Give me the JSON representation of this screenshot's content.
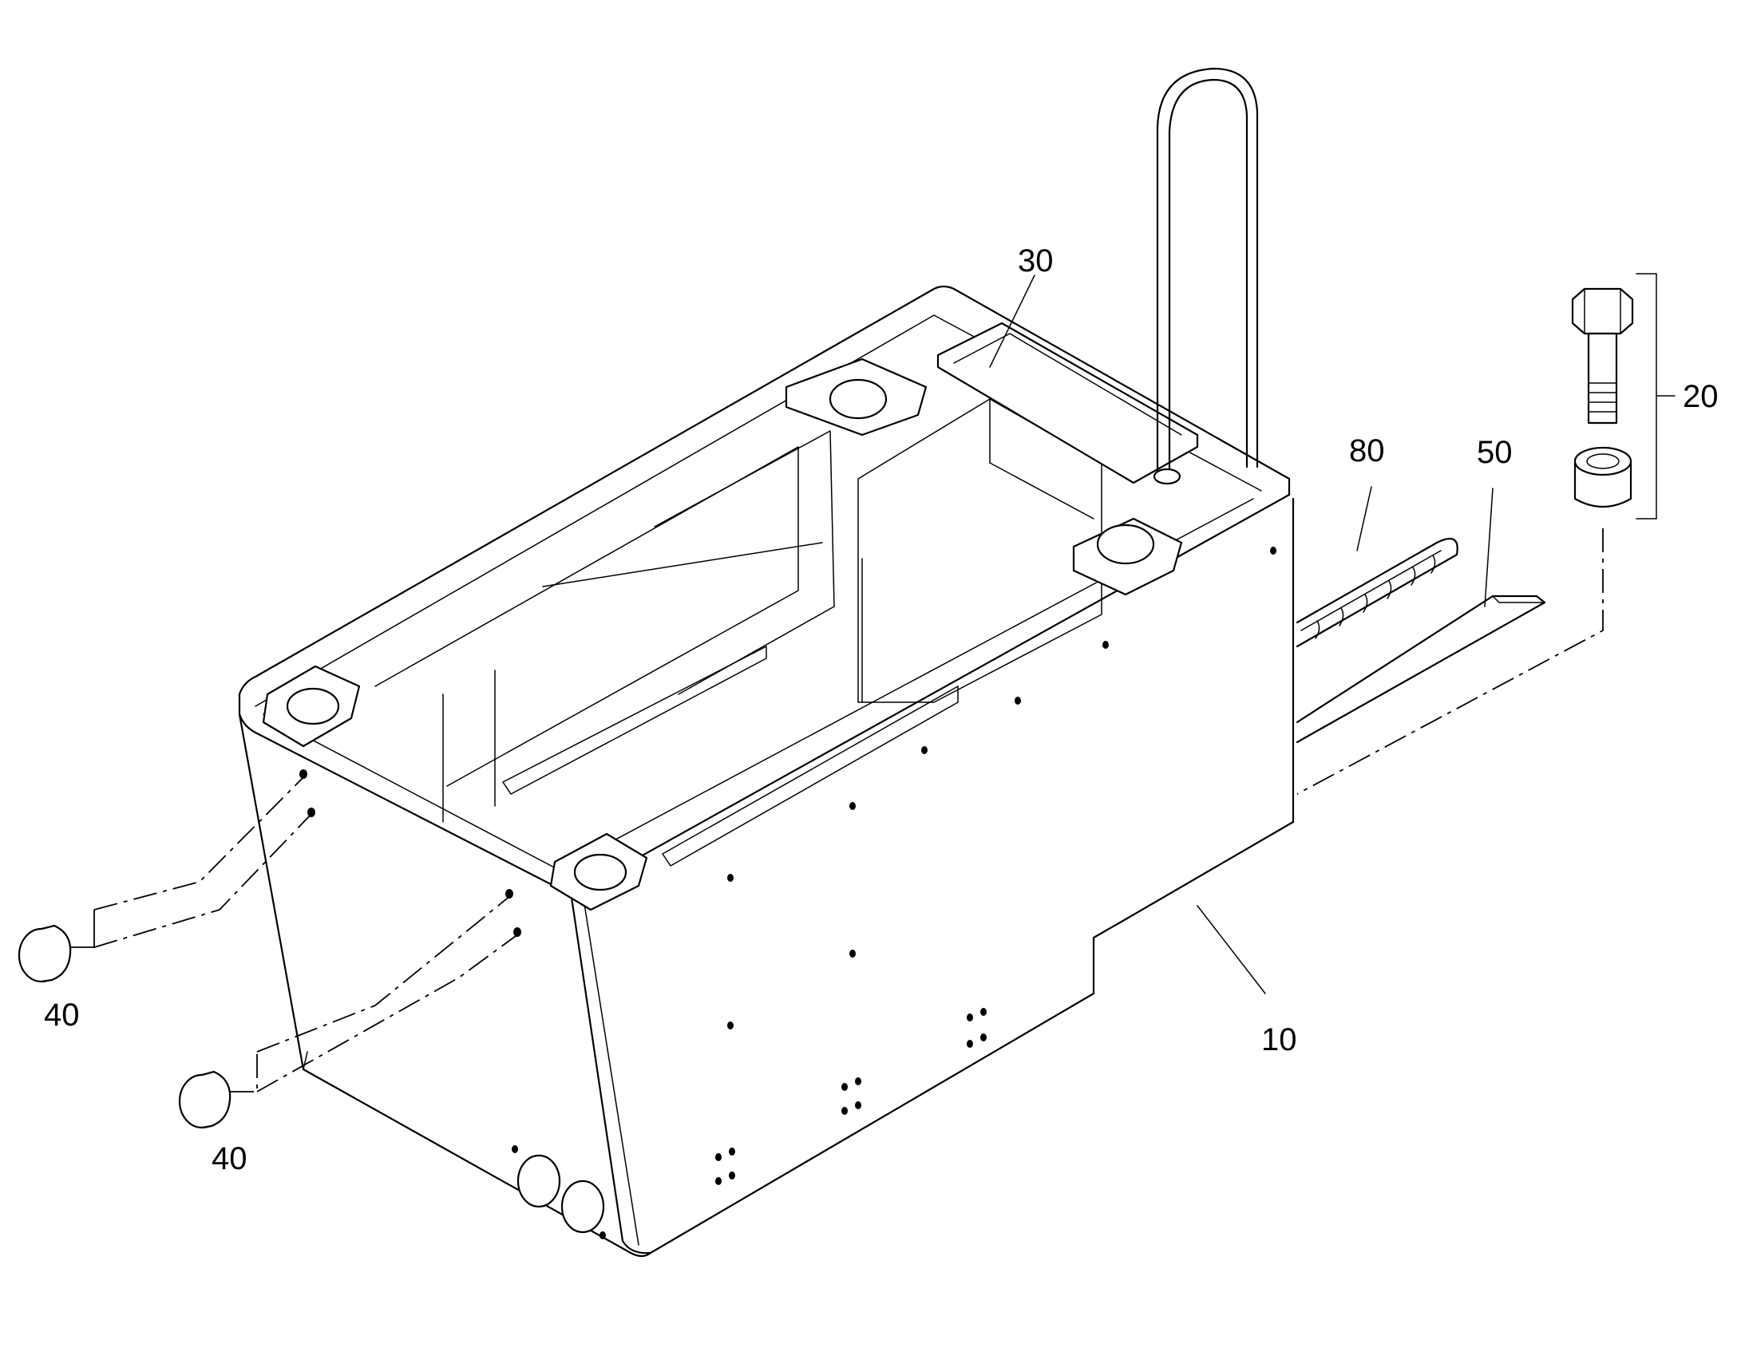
{
  "callouts": {
    "part_10": "10",
    "part_20": "20",
    "part_30": "30",
    "part_40_upper": "40",
    "part_40_lower": "40",
    "part_50": "50",
    "part_80": "80"
  },
  "colors": {
    "line": "#000000",
    "background": "#ffffff"
  }
}
